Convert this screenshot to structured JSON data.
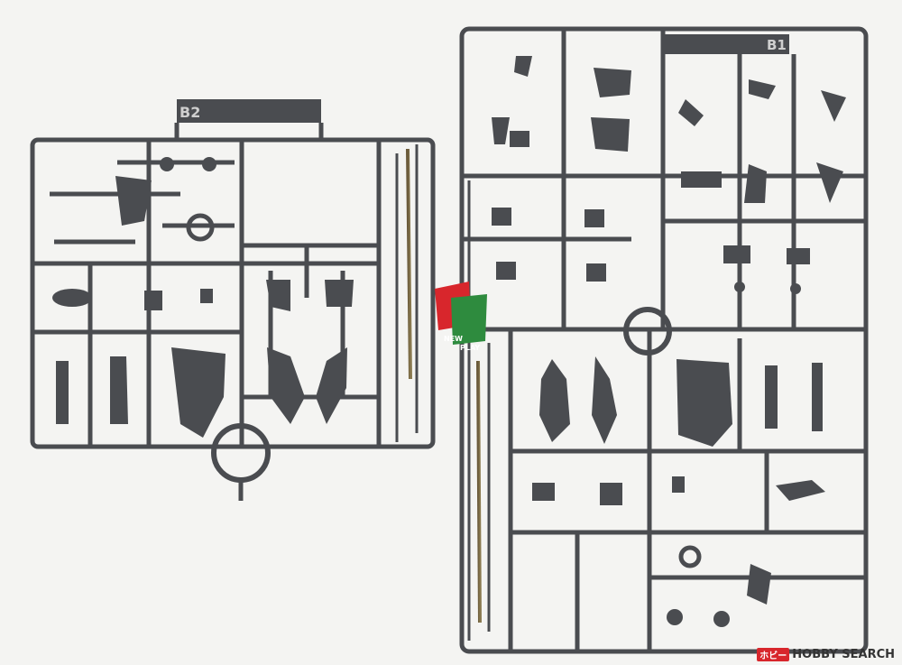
{
  "sprue_left": {
    "label": "B2"
  },
  "sprue_right": {
    "label": "B1"
  },
  "logo": {
    "line1": "NEW",
    "line2": "PLAY",
    "colors": {
      "red": "#d8262c",
      "green": "#2e8b3e"
    }
  },
  "watermark": {
    "badge": "ホビー",
    "text": "HOBBY SEARCH"
  },
  "colors": {
    "plastic": "#4a4c50",
    "plastic_dark": "#3a3c40",
    "background": "#f4f4f2"
  }
}
